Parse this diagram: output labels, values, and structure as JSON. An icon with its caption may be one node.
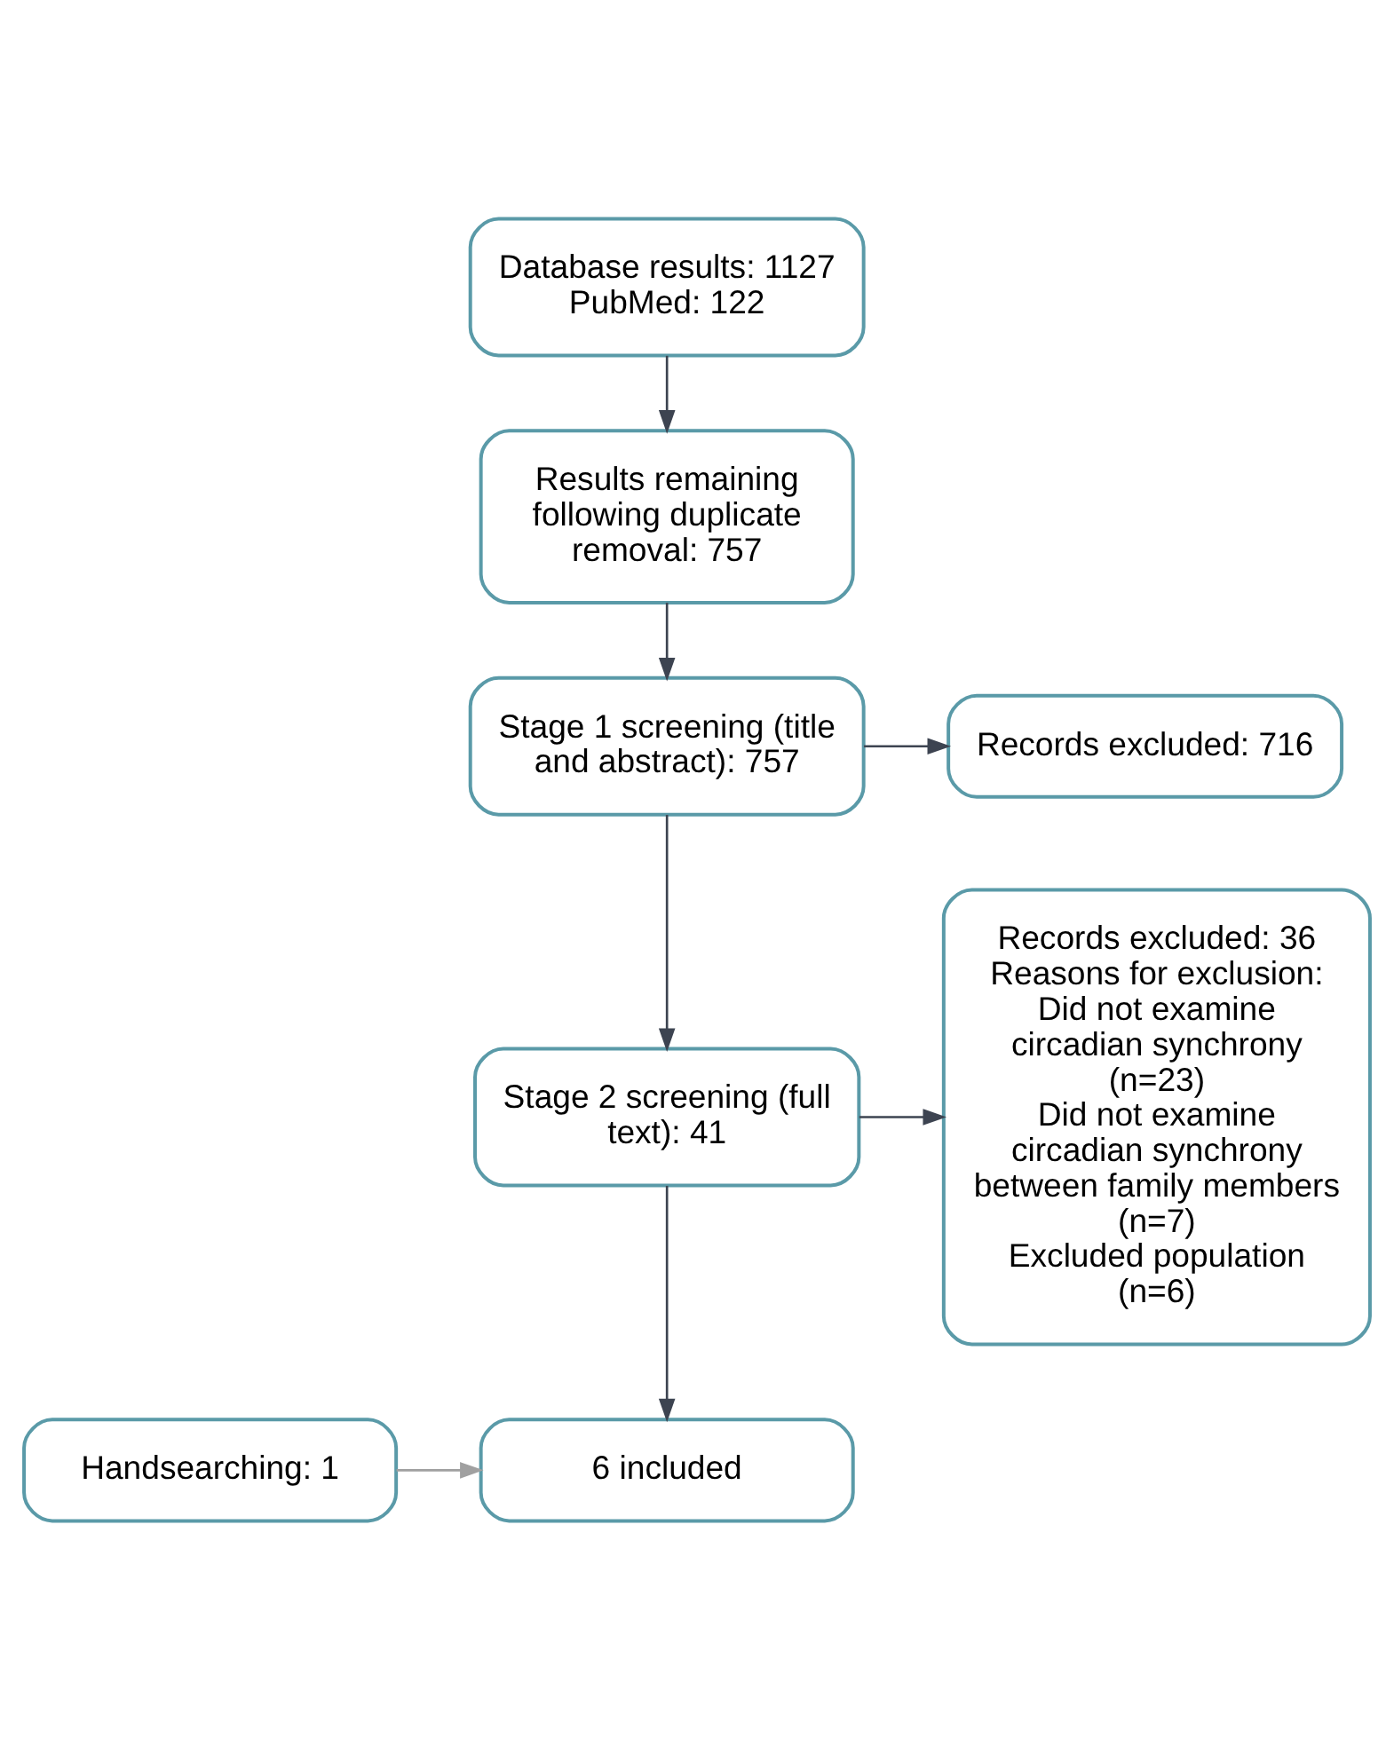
{
  "diagram": {
    "nodes": [
      {
        "text": [
          "Database results: 1127",
          "PubMed: 122"
        ]
      },
      {
        "text": [
          "Results remaining following duplicate removal: 757"
        ]
      },
      {
        "text": [
          "Stage 1 screening (title and abstract): 757"
        ]
      },
      {
        "text": [
          "Records excluded: 716"
        ]
      },
      {
        "text": [
          "Stage 2 screening (full text): 41"
        ]
      },
      {
        "text": [
          "Records excluded: 36",
          "Reasons for exclusion:",
          "Did not examine circadian synchrony (n=23)",
          "Did not examine circadian synchrony between family members (n=7)",
          "Excluded population (n=6)"
        ]
      },
      {
        "text": [
          "Handsearching: 1"
        ]
      },
      {
        "text": [
          "6 included"
        ]
      }
    ],
    "edges": [
      {
        "from": 0,
        "to": 1,
        "arrow": "to"
      },
      {
        "from": 1,
        "to": 2,
        "arrow": "to"
      },
      {
        "from": 2,
        "to": 3,
        "arrow": "to"
      },
      {
        "from": 2,
        "to": 4,
        "arrow": "to"
      },
      {
        "from": 4,
        "to": 5,
        "arrow": "to"
      },
      {
        "from": 4,
        "to": 7,
        "arrow": "to"
      },
      {
        "from": 6,
        "to": 7,
        "arrow": "to",
        "color": "#a0a0a0"
      }
    ]
  }
}
